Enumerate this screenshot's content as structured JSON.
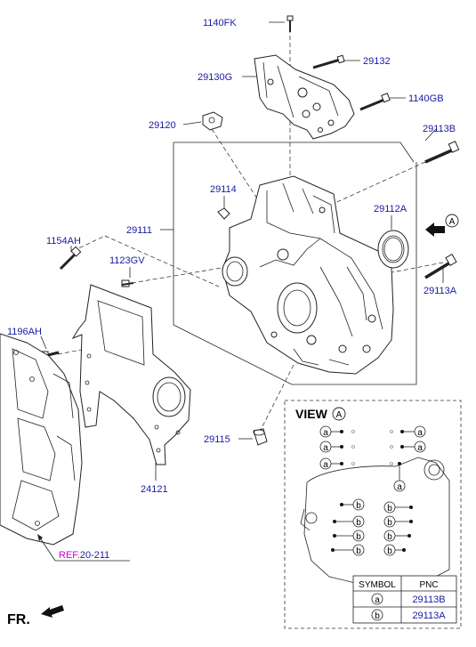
{
  "callouts": {
    "p1140FK": "1140FK",
    "p29132": "29132",
    "p29130G": "29130G",
    "p1140GB": "1140GB",
    "p29120": "29120",
    "p29113B": "29113B",
    "p29114": "29114",
    "p29111": "29111",
    "p29112A": "29112A",
    "p1154AH": "1154AH",
    "p1123GV": "1123GV",
    "p29113A": "29113A",
    "p1196AH": "1196AH",
    "p29115": "29115",
    "p24121": "24121"
  },
  "view_arrow_letter": "A",
  "reference": {
    "prefix": "REF.",
    "number": "20-211"
  },
  "front_label": "FR.",
  "view_panel": {
    "title": "VIEW",
    "title_letter": "A",
    "marker_a": "a",
    "marker_b": "b"
  },
  "legend": {
    "headers": [
      "SYMBOL",
      "PNC"
    ],
    "rows": [
      {
        "symbol": "a",
        "pnc": "29113B"
      },
      {
        "symbol": "b",
        "pnc": "29113A"
      }
    ]
  },
  "colors": {
    "callout_text": "#1a1aa0",
    "reference_text": "#cc00cc",
    "line": "#222222"
  }
}
